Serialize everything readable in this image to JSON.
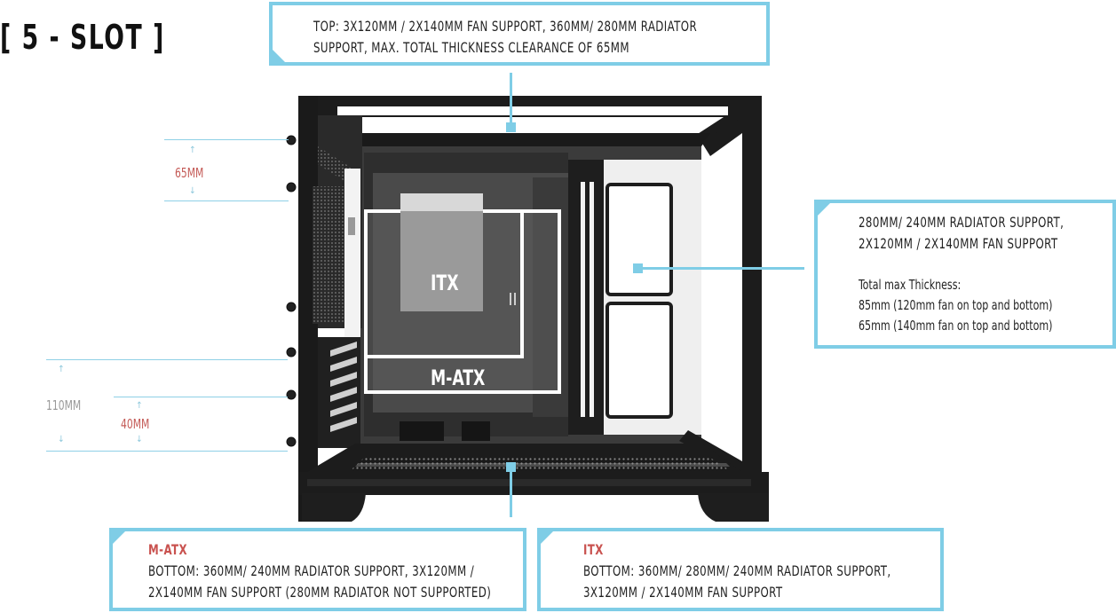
{
  "title": "[ 5 - SLOT ]",
  "top_callout": {
    "lines": [
      "TOP: 3X120MM / 2X140MM FAN SUPPORT, 360MM/ 280MM RADIATOR",
      "SUPPORT, MAX. TOTAL THICKNESS CLEARANCE OF 65MM"
    ]
  },
  "side_callout": {
    "lines": [
      "280MM/ 240MM RADIATOR SUPPORT,",
      "2X120MM / 2X140MM FAN SUPPORT"
    ],
    "note_lines": [
      "Total max Thickness:",
      "85mm (120mm fan on top and bottom)",
      "65mm (140mm fan on top and bottom)"
    ]
  },
  "matx_callout": {
    "heading": "M-ATX",
    "lines": [
      "BOTTOM: 360MM/ 240MM RADIATOR SUPPORT, 3X120MM /",
      "2X140MM FAN SUPPORT (280MM RADIATOR NOT SUPPORTED)"
    ]
  },
  "itx_callout": {
    "heading": "ITX",
    "lines": [
      "BOTTOM: 360MM/ 280MM/ 240MM RADIATOR SUPPORT,",
      "3X120MM / 2X140MM FAN SUPPORT"
    ]
  },
  "dimensions": {
    "top_clearance": "65MM",
    "bottom_total": "110MM",
    "bottom_inner": "40MM"
  },
  "boards": {
    "itx": "ITX",
    "matx": "M-ATX"
  },
  "colors": {
    "accent": "#7fcde6",
    "highlight_red": "#c9524f",
    "case_black": "#1c1c1c"
  }
}
